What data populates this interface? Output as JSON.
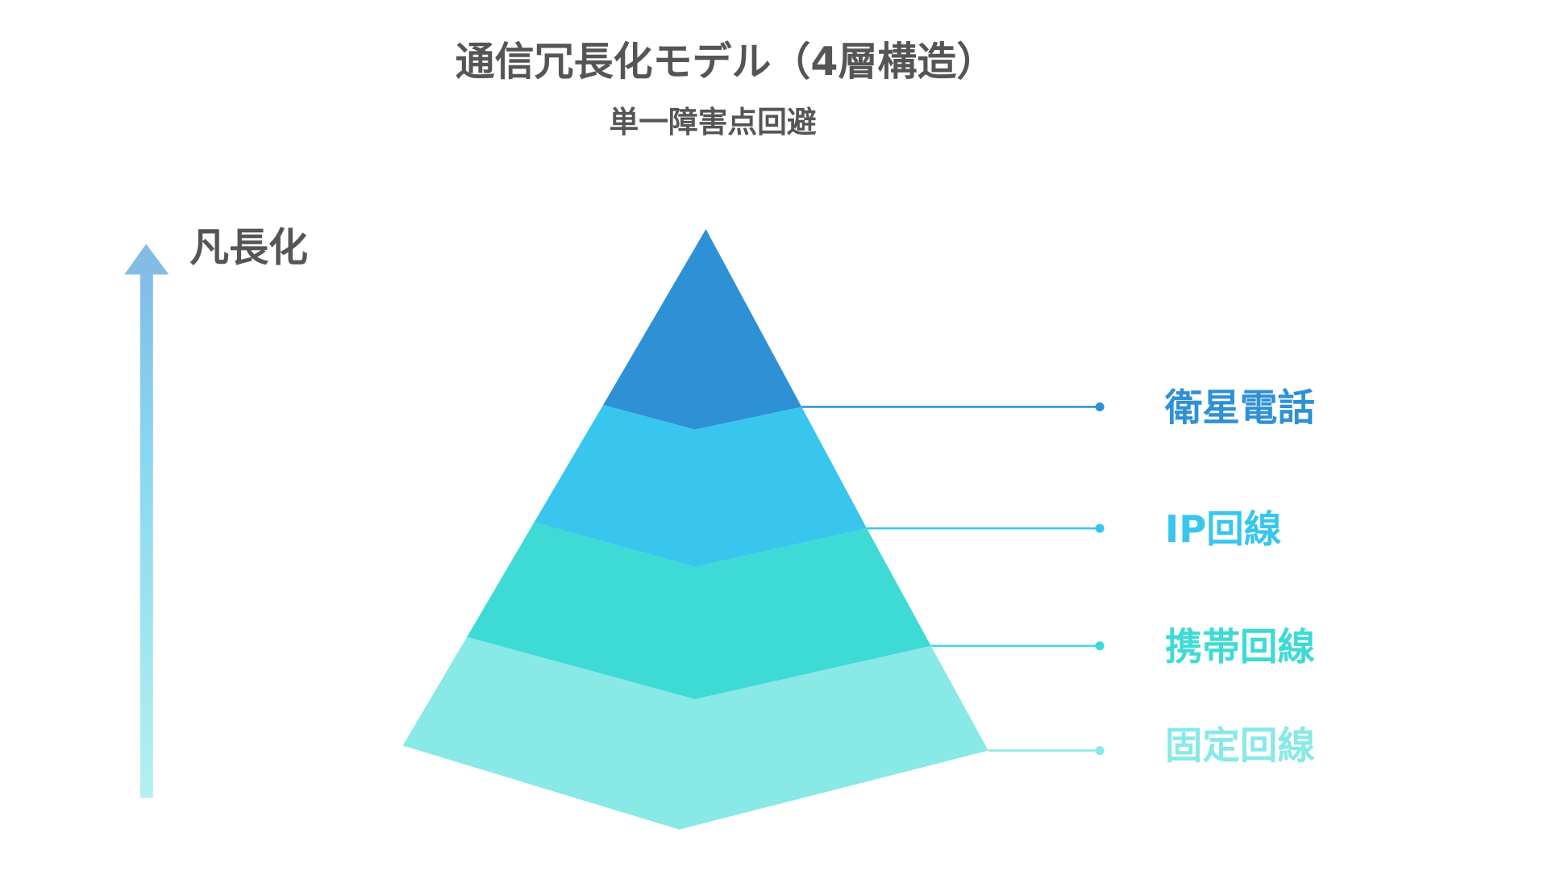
{
  "title": "通信冗長化モデル（4層構造）",
  "subtitle": "単一障害点回避",
  "axis_label": "凡長化",
  "layers": [
    {
      "label": "衛星電話",
      "color": "#2E90D5"
    },
    {
      "label": "IP回線",
      "color": "#38C6EE"
    },
    {
      "label": "携帯回線",
      "color": "#3EDAD6"
    },
    {
      "label": "固定回線",
      "color": "#88E9E7"
    }
  ],
  "arrow_colors": {
    "top": "#82BDE6",
    "bottom": "#B4F0F0"
  }
}
